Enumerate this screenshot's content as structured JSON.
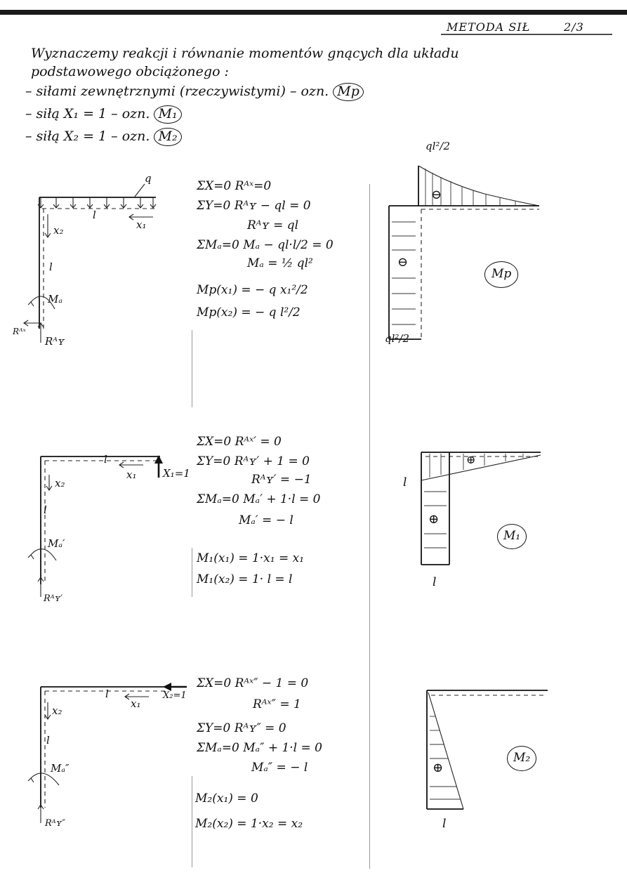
{
  "header": {
    "title": "METODA SIŁ",
    "page": "2/3"
  },
  "intro": {
    "line1": "Wyznaczemy reakcji i równanie momentów gnących dla układu",
    "line2": "podstawowego obciążonego :",
    "item1": "– siłami zewnętrznymi (rzeczywistymi) – ozn.",
    "item1_tag": "Mp",
    "item2": "– siłą  X₁ = 1  – ozn.",
    "item2_tag": "M₁",
    "item3": "– siłą  X₂ = 1  – ozn.",
    "item3_tag": "M₂"
  },
  "section1": {
    "labels": {
      "q": "q",
      "l_top": "l",
      "x1": "x₁",
      "x2": "x₂",
      "l_side": "l",
      "ma": "Mₐ",
      "rax": "Rᴬˣ",
      "ray": "Rᴬʏ"
    },
    "eqs": [
      "ΣX=0   Rᴬˣ=0",
      "ΣY=0   Rᴬʏ − ql = 0",
      "Rᴬʏ = ql",
      "ΣMₐ=0   Mₐ − ql·l/2 = 0",
      "Mₐ = ½ ql²",
      "Mp(x₁) = − q x₁²/2",
      "Mp(x₂) = − q l²/2"
    ],
    "diagram": {
      "top_value": "ql²/2",
      "bottom_value": "ql²/2",
      "sign_top": "⊖",
      "sign_side": "⊖",
      "tag": "Mp"
    }
  },
  "section2": {
    "labels": {
      "l_top": "l",
      "x1": "x₁",
      "x2": "x₂",
      "l_side": "l",
      "force": "X₁=1",
      "ma": "Mₐ′",
      "ray": "Rᴬʏ′"
    },
    "eqs": [
      "ΣX=0    Rᴬˣ′ = 0",
      "ΣY=0    Rᴬʏ′ + 1 = 0",
      "Rᴬʏ′ = −1",
      "ΣMₐ=0   Mₐ′ + 1·l = 0",
      "Mₐ′ = − l",
      "M₁(x₁) = 1·x₁ = x₁",
      "M₁(x₂) = 1· l = l"
    ],
    "diagram": {
      "left_value": "l",
      "bottom_value": "l",
      "sign_top": "⊕",
      "sign_side": "⊕",
      "tag": "M₁"
    }
  },
  "section3": {
    "labels": {
      "l_top": "l",
      "x1": "x₁",
      "x2": "x₂",
      "l_side": "l",
      "force": "X₂=1",
      "ma": "Mₐ″",
      "ray": "Rᴬʏ″"
    },
    "eqs": [
      "ΣX=0   Rᴬˣ″ − 1 = 0",
      "Rᴬˣ″ = 1",
      "ΣY=0   Rᴬʏ″ = 0",
      "ΣMₐ=0   Mₐ″ + 1·l = 0",
      "Mₐ″ = − l",
      "M₂(x₁) = 0",
      "M₂(x₂) = 1·x₂ = x₂"
    ],
    "diagram": {
      "bottom_value": "l",
      "sign_side": "⊕",
      "tag": "M₂"
    }
  }
}
